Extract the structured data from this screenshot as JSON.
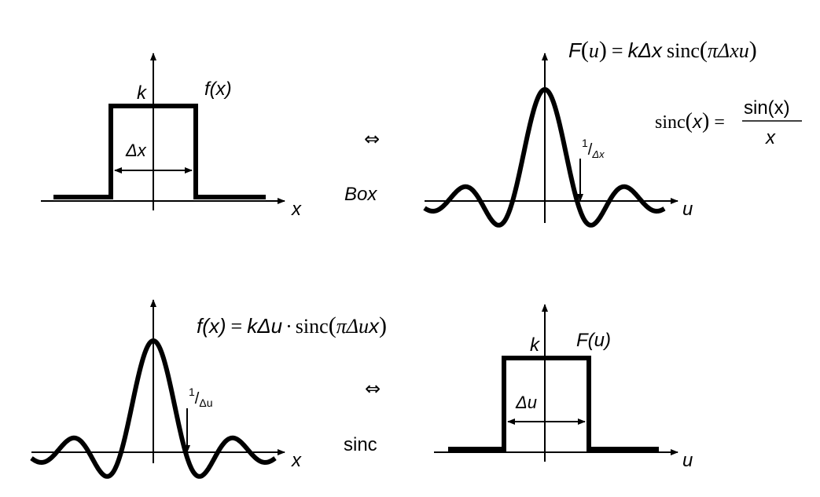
{
  "top_left": {
    "x_axis_label": "x",
    "height_label": "k",
    "function_label": "f(x)",
    "width_label": "Δx"
  },
  "top_middle": {
    "equivalence_symbol": "⇔",
    "pair_name": "Box"
  },
  "top_right": {
    "equation": {
      "lhs_F": "F",
      "lhs_paren_open": "(",
      "lhs_u": "u",
      "lhs_paren_close": ")",
      "equals": "=",
      "coef": "kΔx",
      "func": "sinc",
      "arg_open": "(",
      "arg": "πΔxu",
      "arg_close": ")"
    },
    "definition": {
      "lhs_func": "sinc",
      "lhs_open": "(",
      "lhs_var": "x",
      "lhs_close": ")",
      "equals": "=",
      "numerator": "sin(x)",
      "denominator": "x"
    },
    "zero_label": {
      "num": "1",
      "slash": "/",
      "den": "Δx"
    },
    "u_axis_label": "u"
  },
  "bottom_left": {
    "equation": {
      "lhs": "f(x)",
      "equals": "=",
      "coef": "kΔu",
      "dot": "·",
      "func": "sinc",
      "arg_open": "(",
      "arg_pi_du": "πΔu",
      "arg_x": "x",
      "arg_close": ")"
    },
    "zero_label": {
      "num": "1",
      "slash": "/",
      "den": "Δu"
    },
    "x_axis_label": "x"
  },
  "bottom_middle": {
    "equivalence_symbol": "⇔",
    "pair_name": "sinc"
  },
  "bottom_right": {
    "height_label": "k",
    "function_label": "F(u)",
    "width_label": "Δu",
    "u_axis_label": "u"
  }
}
